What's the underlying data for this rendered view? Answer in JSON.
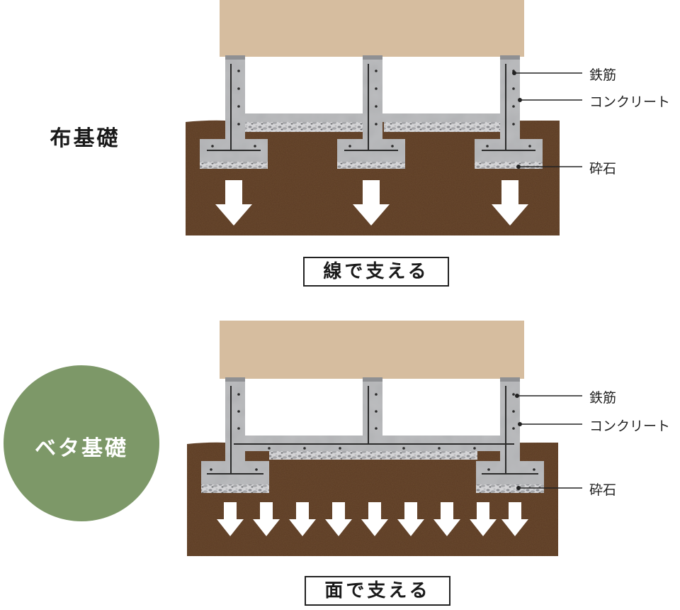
{
  "nuno": {
    "title": "布基礎",
    "caption": "線で支える",
    "labels": {
      "rebar": "鉄筋",
      "concrete": "コンクリート",
      "gravel": "砕石"
    }
  },
  "beta": {
    "title": "ベタ基礎",
    "caption": "面で支える",
    "labels": {
      "rebar": "鉄筋",
      "concrete": "コンクリート",
      "gravel": "砕石"
    }
  },
  "colors": {
    "floor": "#d6bd9f",
    "soil": "#6b4a30",
    "concrete": "#b9babc",
    "gravel": "#cfcfd1",
    "rebar": "#2b2b2b",
    "arrow": "#ffffff",
    "circle": "#7d9868"
  },
  "icons": [
    "down-arrow-icon"
  ]
}
